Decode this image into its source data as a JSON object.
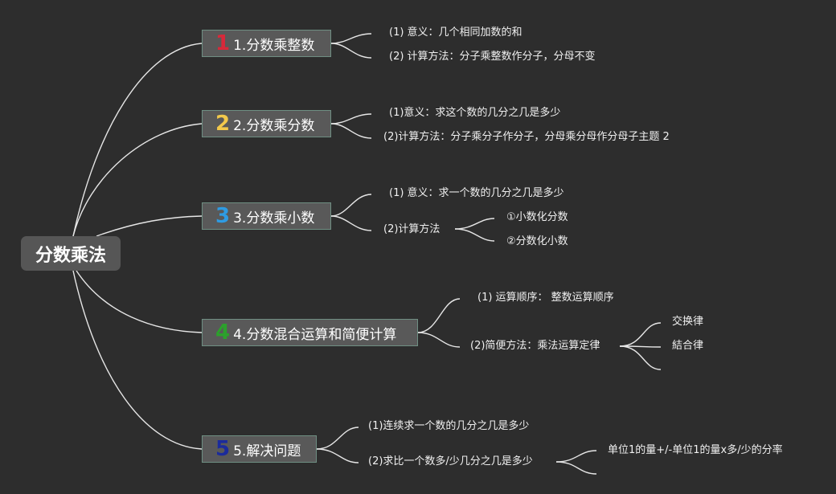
{
  "root": {
    "label": "分数乘法"
  },
  "branches": [
    {
      "number": "1",
      "color": "#d8293a",
      "label": "1.分数乘整数",
      "items": [
        "(1) 意义：几个相同加数的和",
        "(2) 计算方法：分子乘整数作分子，分母不变"
      ]
    },
    {
      "number": "2",
      "color": "#f2c84b",
      "label": "2.分数乘分数",
      "items": [
        "(1)意义：求这个数的几分之几是多少",
        "(2)计算方法：分子乘分子作分子，分母乘分母作分母子主题 2"
      ]
    },
    {
      "number": "3",
      "color": "#2e9be3",
      "label": "3.分数乘小数",
      "items": [
        "(1) 意义：求一个数的几分之几是多少",
        "(2)计算方法"
      ],
      "subitems": [
        "①小数化分数",
        "②分数化小数"
      ]
    },
    {
      "number": "4",
      "color": "#2ca02c",
      "label": "4.分数混合运算和简便计算",
      "items": [
        "(1) 运算顺序： 整数运算顺序",
        "(2)简便方法：乘法运算定律"
      ],
      "subitems": [
        "交换律",
        "結合律",
        ""
      ]
    },
    {
      "number": "5",
      "color": "#1b2b9c",
      "label": "5.解决问题",
      "items": [
        "(1)连续求一个数的几分之几是多少",
        "(2)求比一个数多/少几分之几是多少"
      ],
      "subitems": [
        "单位1的量+/-单位1的量x多/少的分率"
      ]
    }
  ]
}
